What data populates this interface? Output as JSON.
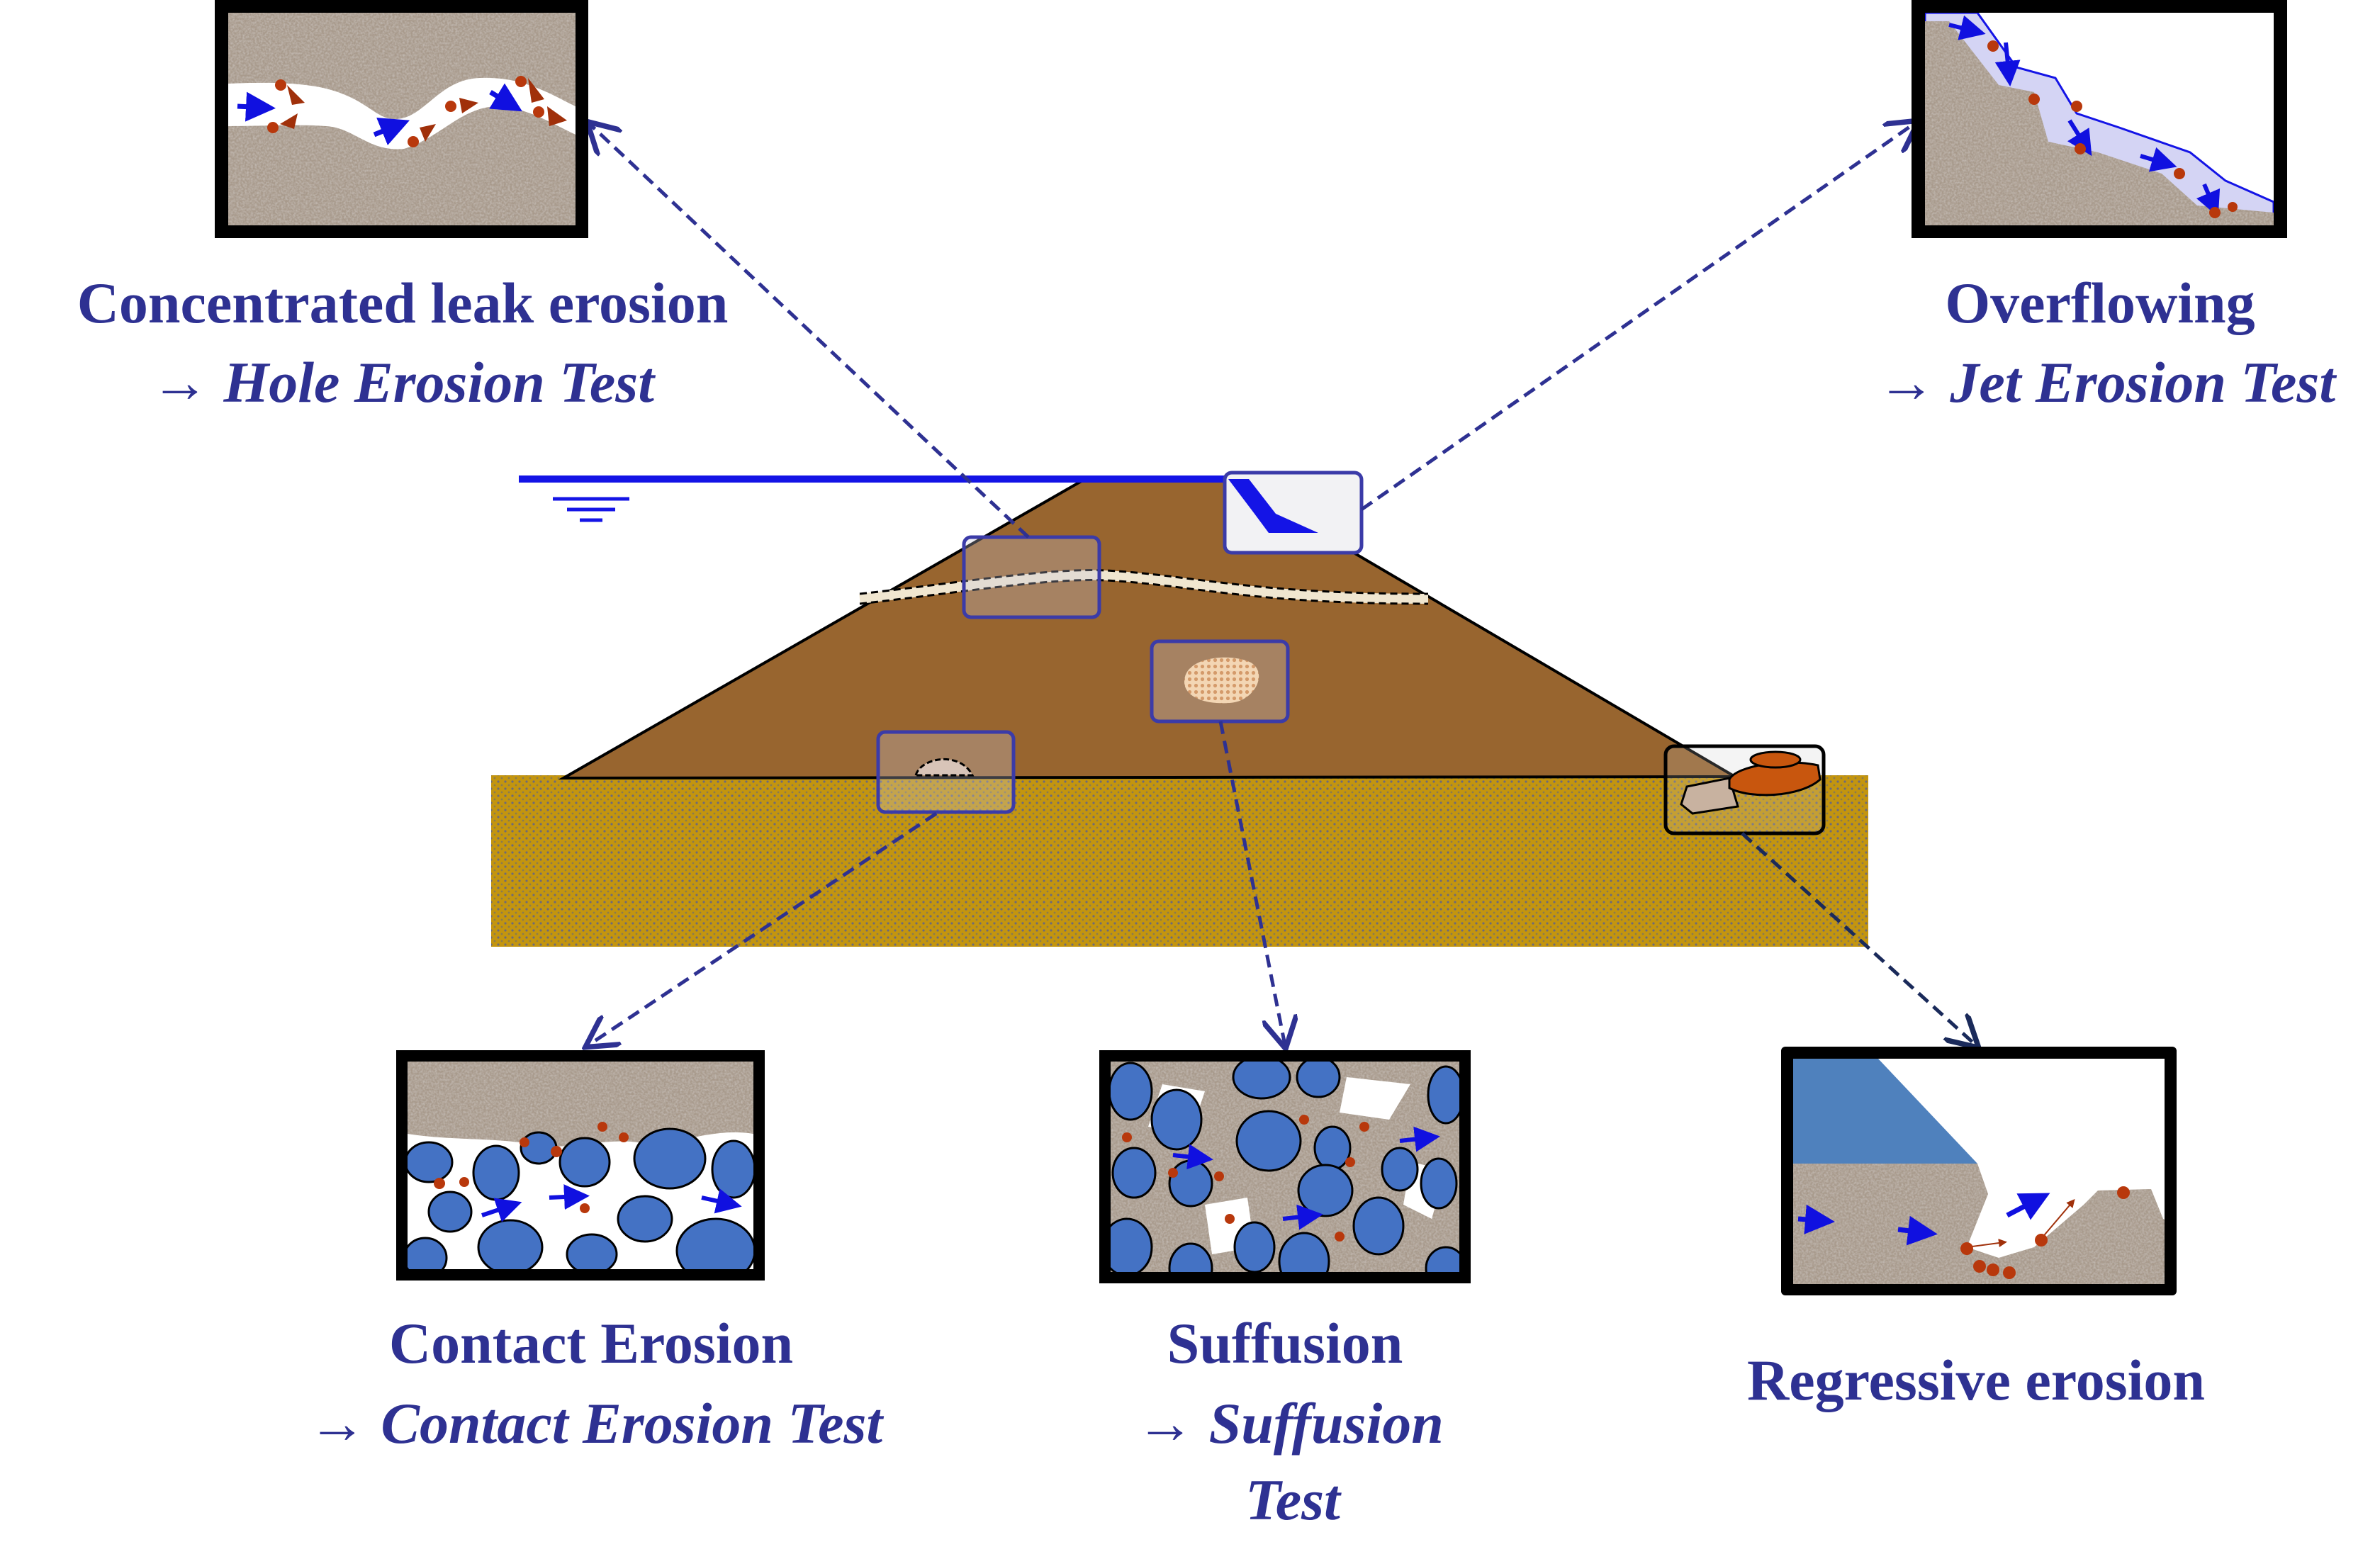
{
  "colors": {
    "text": "#2e3192",
    "dam": "#98652f",
    "foundation": "#c3950f",
    "water": "#1414e6",
    "soil": "#a89a8c",
    "particle": "#b8380c",
    "grain": "#4472c4"
  },
  "mechanisms": {
    "leak": {
      "title": "Concentrated leak erosion",
      "test": "→ Hole Erosion Test"
    },
    "overflow": {
      "title": "Overflowing",
      "test": "→ Jet Erosion Test"
    },
    "contact": {
      "title": "Contact Erosion",
      "test": "→ Contact Erosion Test"
    },
    "suffusion": {
      "title": "Suffusion",
      "test": "→ Suffusion",
      "test_line2": "Test"
    },
    "regressive": {
      "title": "Regressive erosion"
    }
  }
}
